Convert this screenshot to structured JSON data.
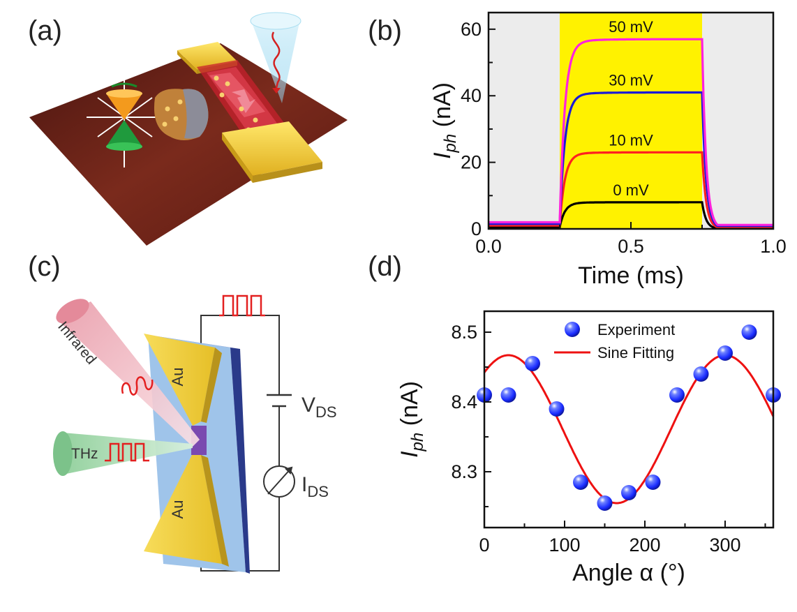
{
  "panels": {
    "a": "(a)",
    "b": "(b)",
    "c": "(c)",
    "d": "(d)"
  },
  "device_c": {
    "electrode_top": "Au",
    "electrode_bottom": "Au",
    "beam_infrared": "Infrared",
    "beam_thz": "THz",
    "vds_main": "V",
    "vds_sub": "DS",
    "ids_main": "I",
    "ids_sub": "DS"
  },
  "colors": {
    "gold": "#f2d23a",
    "substrate": "#6b1f16",
    "yellow_band": "#fff200",
    "gray_band": "#ececec",
    "curve_0mV": "#000000",
    "curve_10mV": "#ff2020",
    "curve_30mV": "#1a1ad8",
    "curve_50mV": "#ff22dd",
    "sphere_blue": "#1a2cff",
    "fit_red": "#ee1111"
  },
  "chart_data": [
    {
      "type": "line",
      "panel": "b",
      "xlabel": "Time (ms)",
      "ylabel_main": "I",
      "ylabel_sub": "ph",
      "ylabel_unit": " (nA)",
      "xlim": [
        0.0,
        1.0
      ],
      "ylim": [
        0,
        65
      ],
      "xticks": [
        0.0,
        0.5,
        1.0
      ],
      "xtick_labels": [
        "0.0",
        "0.5",
        "1.0"
      ],
      "yticks": [
        0,
        20,
        40,
        60
      ],
      "ytick_labels": [
        "0",
        "20",
        "40",
        "60"
      ],
      "light_on": [
        0.25,
        0.75
      ],
      "series": [
        {
          "name": "0 mV",
          "plateau": 8,
          "baseline": 0.5,
          "color_key": "curve_0mV"
        },
        {
          "name": "10 mV",
          "plateau": 23,
          "baseline": 1.0,
          "color_key": "curve_10mV"
        },
        {
          "name": "30 mV",
          "plateau": 41,
          "baseline": 1.5,
          "color_key": "curve_30mV"
        },
        {
          "name": "50 mV",
          "plateau": 57,
          "baseline": 2.0,
          "color_key": "curve_50mV"
        }
      ]
    },
    {
      "type": "scatter",
      "panel": "d",
      "xlabel": "Angle α (°)",
      "ylabel_main": "I",
      "ylabel_sub": "ph",
      "ylabel_unit": " (nA)",
      "xlim": [
        0,
        360
      ],
      "ylim": [
        8.22,
        8.53
      ],
      "xticks": [
        0,
        100,
        200,
        300
      ],
      "xtick_labels": [
        "0",
        "100",
        "200",
        "300"
      ],
      "yticks": [
        8.3,
        8.4,
        8.5
      ],
      "ytick_labels": [
        "8.3",
        "8.4",
        "8.5"
      ],
      "legend": {
        "experiment": "Experiment",
        "fit": "Sine Fitting"
      },
      "points": [
        {
          "x": 0,
          "y": 8.41
        },
        {
          "x": 30,
          "y": 8.41
        },
        {
          "x": 60,
          "y": 8.455
        },
        {
          "x": 90,
          "y": 8.39
        },
        {
          "x": 120,
          "y": 8.285
        },
        {
          "x": 150,
          "y": 8.255
        },
        {
          "x": 180,
          "y": 8.27
        },
        {
          "x": 210,
          "y": 8.285
        },
        {
          "x": 240,
          "y": 8.41
        },
        {
          "x": 270,
          "y": 8.44
        },
        {
          "x": 300,
          "y": 8.47
        },
        {
          "x": 330,
          "y": 8.5
        },
        {
          "x": 360,
          "y": 8.41
        }
      ],
      "fit": {
        "center": 8.361,
        "amplitude": 0.106,
        "period_deg": 270,
        "peak_deg": 30
      }
    }
  ]
}
